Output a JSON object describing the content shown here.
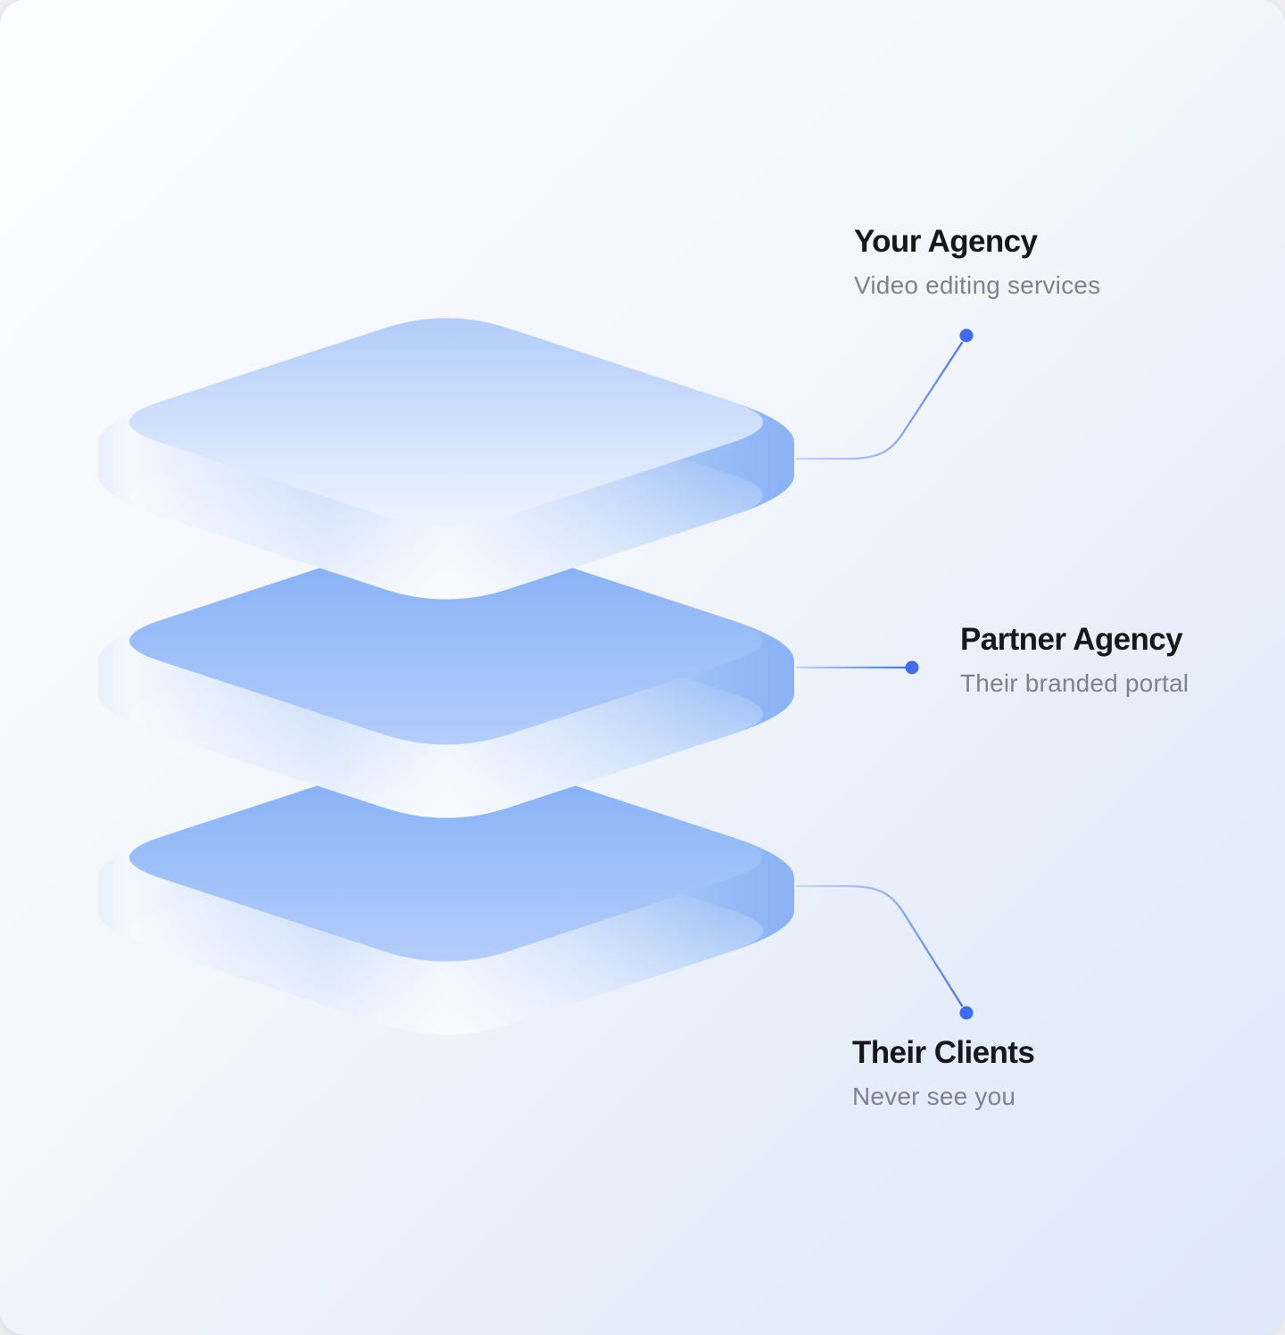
{
  "diagram": {
    "title_hint": "three stacked isometric layers with callout labels",
    "labels": [
      {
        "id": "your-agency",
        "title": "Your Agency",
        "subtitle": "Video editing services"
      },
      {
        "id": "partner-agency",
        "title": "Partner Agency",
        "subtitle": "Their branded portal"
      },
      {
        "id": "their-clients",
        "title": "Their Clients",
        "subtitle": "Never see you"
      }
    ],
    "layers": [
      {
        "name": "top-layer",
        "tone": "light-blue",
        "callout": "Your Agency"
      },
      {
        "name": "middle-layer",
        "tone": "medium-blue",
        "callout": "Partner Agency"
      },
      {
        "name": "bottom-layer",
        "tone": "medium-blue",
        "callout": "Their Clients"
      }
    ]
  },
  "colors": {
    "accent": "#3f6cef",
    "headline": "#15181d",
    "subtitle": "#7d838e",
    "card_bg_start": "#fbfdff",
    "card_bg_end": "#dfe8f8",
    "top_face_light": [
      "#b2cdfa",
      "#edf3fe"
    ],
    "top_face_dark": [
      "#82aff7",
      "#b4cdfa"
    ],
    "side_sheen": [
      "#e8effd",
      "#f4f8fe",
      "#c6d9fb",
      "#e9f1fe",
      "#bed4fa",
      "#96bcf6",
      "#8ab2f5"
    ],
    "rim_highlight": [
      "#ffffff",
      "#ffffff"
    ],
    "connector": [
      "#c7d4f1",
      "#4070f0"
    ]
  }
}
